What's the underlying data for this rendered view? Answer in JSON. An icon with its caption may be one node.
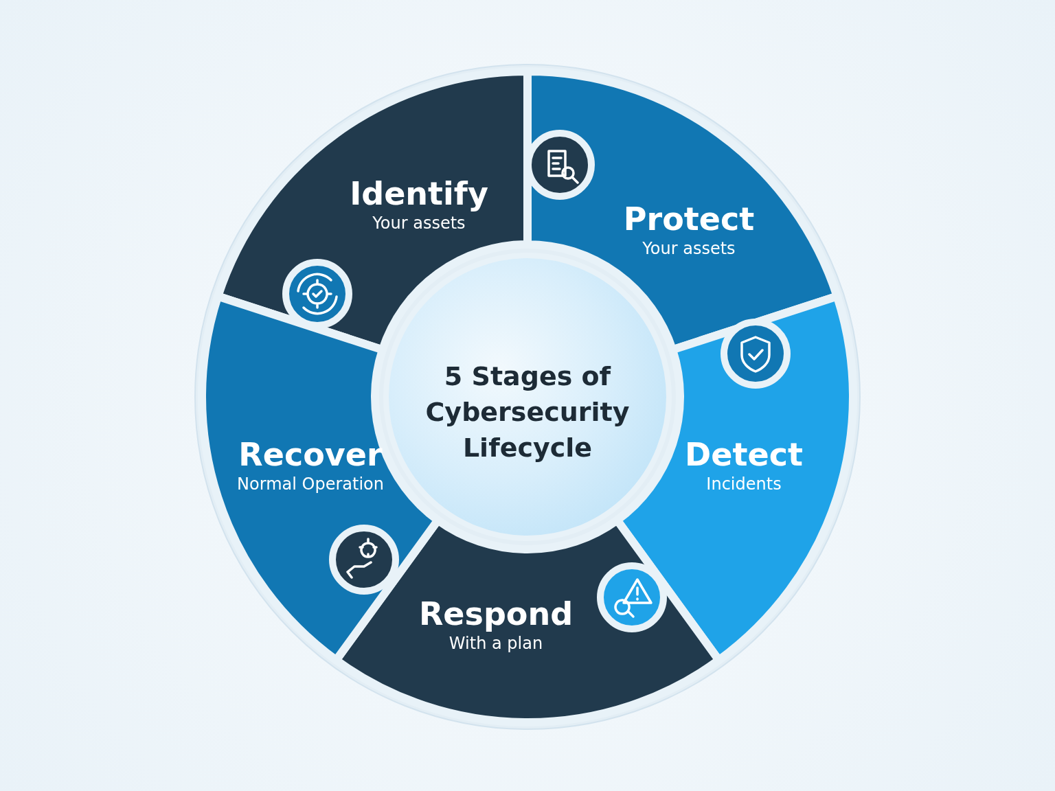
{
  "diagram": {
    "nodes": [
      {
        "text": [
          "5 Stages of Cybersecurity Lifecycle"
        ]
      },
      {
        "text": [
          "Identify",
          "Your assets"
        ]
      },
      {
        "text": [
          "Protect",
          "Your assets"
        ]
      },
      {
        "text": [
          "Detect",
          "Incidents"
        ]
      },
      {
        "text": [
          "Respond",
          "With a plan"
        ]
      },
      {
        "text": [
          "Recover",
          "Normal Operation"
        ]
      }
    ],
    "edges": []
  }
}
